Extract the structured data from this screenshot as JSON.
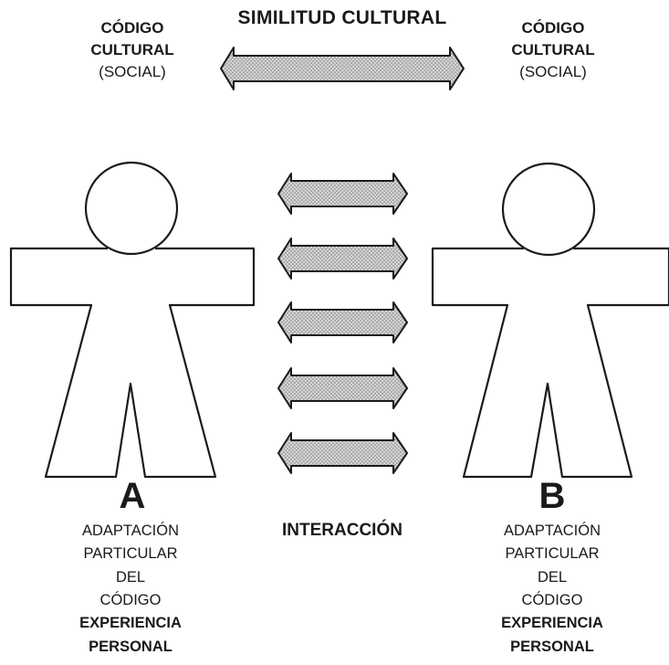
{
  "top": {
    "title": "SIMILITUD CULTURAL",
    "left_code": {
      "line1": "CÓDIGO",
      "line2": "CULTURAL",
      "line3": "(SOCIAL)"
    },
    "right_code": {
      "line1": "CÓDIGO",
      "line2": "CULTURAL",
      "line3": "(SOCIAL)"
    }
  },
  "persons": {
    "left_letter": "A",
    "right_letter": "B"
  },
  "center": {
    "label": "INTERACCIÓN"
  },
  "left_text": {
    "line1": "ADAPTACIÓN",
    "line2": "PARTICULAR",
    "line3": "DEL",
    "line4": "CÓDIGO",
    "line5": "EXPERIENCIA",
    "line6": "PERSONAL"
  },
  "right_text": {
    "line1": "ADAPTACIÓN",
    "line2": "PARTICULAR",
    "line3": "DEL",
    "line4": "CÓDIGO",
    "line5": "EXPERIENCIA",
    "line6": "PERSONAL"
  },
  "style": {
    "stroke": "#1a1a1a",
    "arrow_fill": "#cfcfcf",
    "dot_color": "#7a7a7a"
  }
}
